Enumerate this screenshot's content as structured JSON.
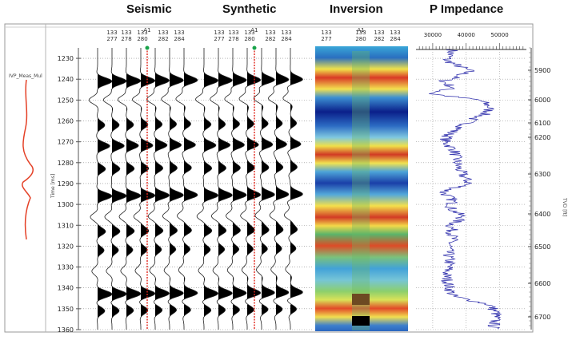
{
  "titles": {
    "seismic": "Seismic",
    "synthetic": "Synthetic",
    "inversion": "Inversion",
    "impedance": "P Impedance"
  },
  "wavelet_label": "IVP_Meas_Mul",
  "time_axis_label": "Time [ms]",
  "tvd_axis_label": "TVD [ft]",
  "well_name": "A1",
  "trace_labels": {
    "seismic": [
      "133 277",
      "133 278",
      "133 280",
      "133 282",
      "133 284"
    ],
    "synthetic": [
      "133 277",
      "133 278",
      "133 280",
      "133 282",
      "133 284"
    ],
    "inversion": [
      "133 277",
      "133 280",
      "133 282",
      "133 284"
    ]
  },
  "time_ticks": [
    "1230",
    "1240",
    "1250",
    "1260",
    "1270",
    "1280",
    "1290",
    "1300",
    "1310",
    "1320",
    "1330",
    "1340",
    "1350",
    "1360"
  ],
  "tvd_ticks": [
    "5900",
    "6000",
    "6100",
    "6200",
    "6300",
    "6400",
    "6500",
    "6600",
    "6700"
  ],
  "impedance_ticks": [
    "30000",
    "40000",
    "50000"
  ],
  "chart_data": {
    "type": "line",
    "title": "P Impedance",
    "x_ticks": [
      30000,
      40000,
      50000
    ],
    "y_label": "Time [ms]",
    "y_ticks": [
      1230,
      1240,
      1250,
      1260,
      1270,
      1280,
      1290,
      1300,
      1310,
      1320,
      1330,
      1340,
      1350,
      1360
    ],
    "approx_series": {
      "time": [
        1226,
        1231,
        1236,
        1239,
        1241,
        1244,
        1247,
        1250,
        1253,
        1256,
        1259,
        1262,
        1266,
        1270,
        1274,
        1278,
        1282,
        1286,
        1290,
        1294,
        1298,
        1302,
        1306,
        1310,
        1316,
        1322,
        1328,
        1334,
        1340,
        1344,
        1348,
        1352,
        1356,
        1360
      ],
      "impedance": [
        36000,
        34000,
        41000,
        37000,
        33000,
        36000,
        29500,
        44000,
        47000,
        46500,
        42000,
        39500,
        35000,
        33500,
        36500,
        37000,
        37500,
        39000,
        41000,
        33000,
        36000,
        35500,
        39000,
        35500,
        36000,
        34500,
        35000,
        34000,
        35000,
        36000,
        47000,
        49000,
        48500,
        48000
      ]
    }
  }
}
